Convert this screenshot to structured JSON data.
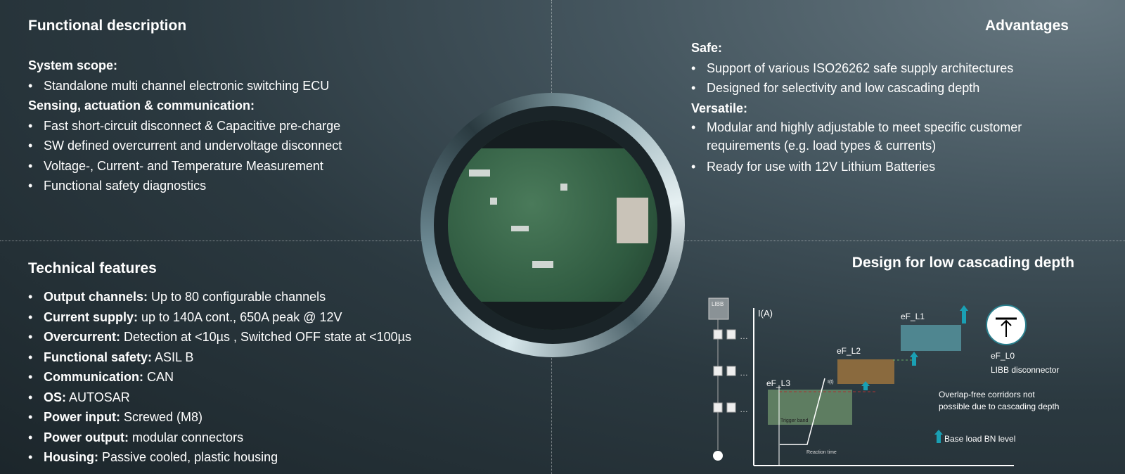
{
  "functional": {
    "title": "Functional description",
    "scope_head": "System scope:",
    "scope": [
      "Standalone multi channel electronic switching ECU"
    ],
    "sensing_head": "Sensing, actuation & communication:",
    "sensing": [
      "Fast short-circuit disconnect & Capacitive pre-charge",
      "SW defined overcurrent and undervoltage disconnect",
      "Voltage-, Current- and Temperature Measurement",
      "Functional safety diagnostics"
    ]
  },
  "advantages": {
    "title": "Advantages",
    "safe_head": "Safe:",
    "safe": [
      "Support of various ISO26262 safe supply architectures",
      "Designed for selectivity and low cascading depth"
    ],
    "versatile_head": "Versatile:",
    "versatile": [
      "Modular and highly adjustable to meet specific customer requirements (e.g. load types & currents)",
      "Ready for use with 12V Lithium Batteries"
    ]
  },
  "technical": {
    "title": "Technical features",
    "items": [
      {
        "label": "Output channels:",
        "value": " Up to 80 configurable channels"
      },
      {
        "label": "Current supply:",
        "value": " up to 140A cont., 650A peak @ 12V"
      },
      {
        "label": "Overcurrent:",
        "value": " Detection at <10µs , Switched OFF state at <100µs"
      },
      {
        "label": "Functional safety:",
        "value": " ASIL B"
      },
      {
        "label": "Communication:",
        "value": " CAN"
      },
      {
        "label": "OS:",
        "value": " AUTOSAR"
      },
      {
        "label": "Power input:",
        "value": " Screwed (M8)"
      },
      {
        "label": "Power output:",
        "value": " modular connectors"
      },
      {
        "label": "Housing:",
        "value": " Passive cooled, plastic housing"
      }
    ]
  },
  "diagram": {
    "title": "Design for low cascading depth",
    "libb": "LIBB",
    "y_axis": "I(A)",
    "l3": "eF_L3",
    "l2": "eF_L2",
    "l1": "eF_L1",
    "l0": "eF_L0",
    "l0_desc": "LIBB disconnector",
    "it": "I(t)",
    "trigger": "Trigger band",
    "reaction": "Reaction time",
    "note1": "Overlap-free corridors not",
    "note2": "possible due to cascading depth",
    "legend": "Base load BN level",
    "dots": "…",
    "colors": {
      "l3": "#6b8e6a",
      "l2": "#8a6a3e",
      "l1": "#4f8690",
      "arrow": "#1aa0b4"
    }
  }
}
